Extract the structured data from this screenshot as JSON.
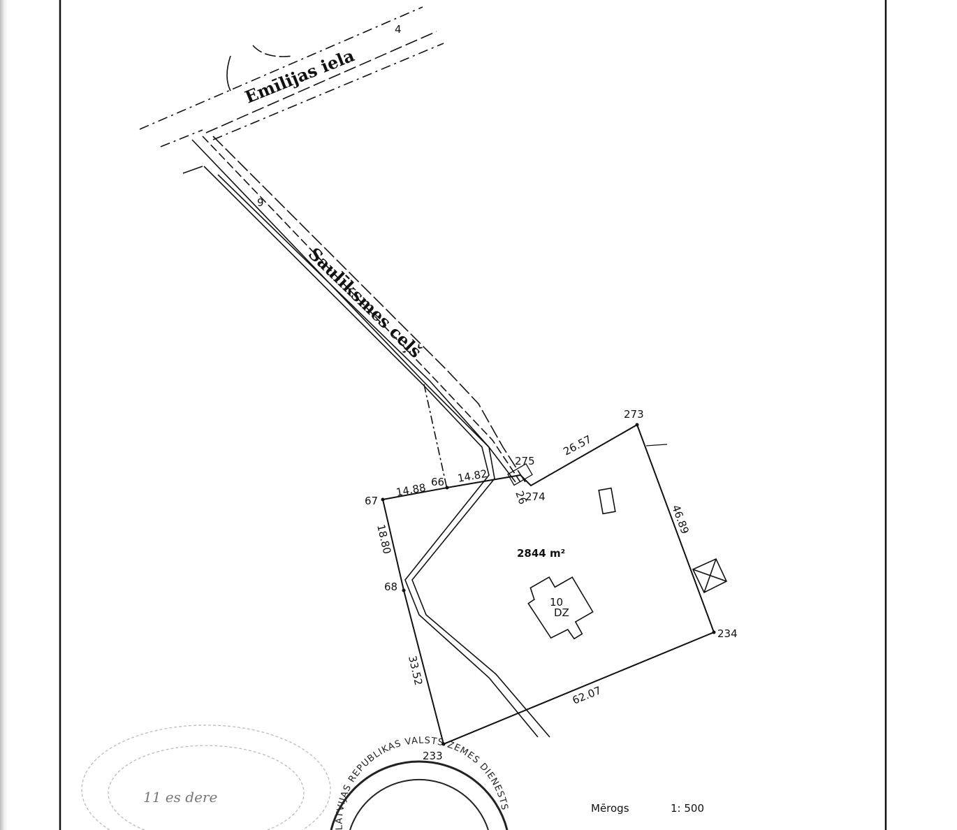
{
  "streets": {
    "main": "Emīlijas iela",
    "access": "Saulīksmes ceļš",
    "main_number": "4"
  },
  "points": {
    "p67": "67",
    "p66": "66",
    "p68": "68",
    "p275": "275",
    "p274": "274",
    "p273": "273",
    "p234": "234",
    "p233": "233",
    "p26": "26",
    "p9": "9"
  },
  "distances": {
    "d67_66": "14.88",
    "d66_275": "14.82",
    "d274_273": "26.57",
    "d273_234": "46.89",
    "d234_233": "62.07",
    "d233_68": "33.52",
    "d68_67": "18.80"
  },
  "parcel": {
    "area": "2844 m²",
    "building_number": "10",
    "building_code": "DZ"
  },
  "scale": {
    "label": "Mērogs",
    "value": "1: 500"
  },
  "stamps": {
    "round_stamp_text": "LATVIJAS REPUBLIKAS VALSTS ZEMES DIENESTS",
    "handwriting": "11 es dere"
  }
}
